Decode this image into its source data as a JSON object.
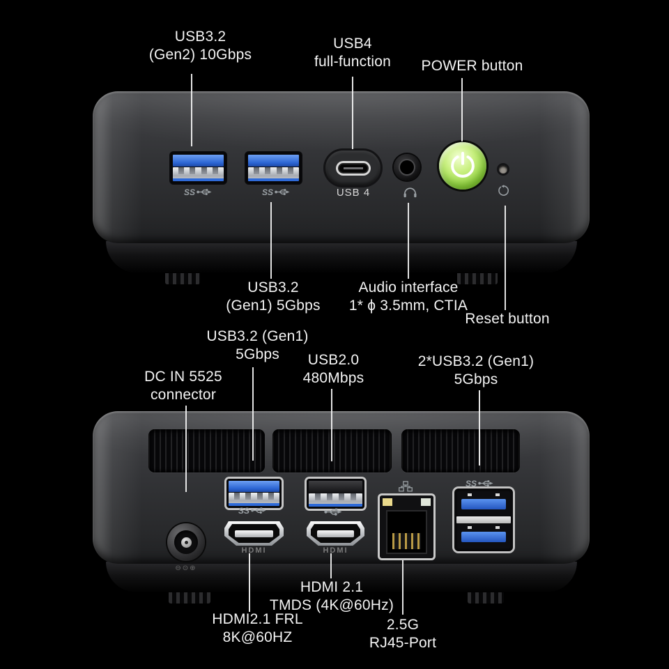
{
  "colors": {
    "background": "#000000",
    "label_text": "#f4f4f4",
    "leader_line": "#f0f0f0",
    "device_body": "#323336",
    "usb_blue": "#3273e0",
    "power_green": "#9edb52",
    "port_frame_silver": "#c9c9c9",
    "rj45_led_yellow": "#ead98c"
  },
  "icons": {
    "superspeed_usb": "SS-trident",
    "usb2_trident": "usb-trident",
    "headphones": "headphones-arc",
    "power": "standby-symbol",
    "reset": "circular-arrow",
    "ethernet": "network-nodes",
    "dc_polarity": "⊖⊙⊕"
  },
  "front": {
    "annotations": {
      "usb32_gen2": {
        "line1": "USB3.2",
        "line2": "(Gen2) 10Gbps"
      },
      "usb4": {
        "line1": "USB4",
        "line2": "full-function"
      },
      "power": {
        "line1": "POWER button"
      },
      "usb32_gen1": {
        "line1": "USB3.2",
        "line2": "(Gen1) 5Gbps"
      },
      "audio": {
        "line1": "Audio interface",
        "line2": "1* ϕ 3.5mm, CTIA"
      },
      "reset": {
        "line1": "Reset button"
      }
    },
    "port_labels": {
      "usb4": "USB 4",
      "ss": "SS"
    }
  },
  "rear": {
    "annotations": {
      "usb32_gen1": {
        "line1": "USB3.2 (Gen1)",
        "line2": "5Gbps"
      },
      "dc_in": {
        "line1": "DC IN 5525",
        "line2": "connector"
      },
      "usb20": {
        "line1": "USB2.0",
        "line2": "480Mbps"
      },
      "usb32_dual": {
        "line1": "2*USB3.2 (Gen1)",
        "line2": "5Gbps"
      },
      "hdmi_tmds": {
        "line1": "HDMI 2.1",
        "line2": "TMDS (4K@60Hz)"
      },
      "hdmi_frl": {
        "line1": "HDMI2.1 FRL",
        "line2": "8K@60HZ"
      },
      "rj45": {
        "line1": "2.5G",
        "line2": "RJ45-Port"
      }
    },
    "port_labels": {
      "hdmi": "HDMI",
      "ss": "SS",
      "polarity": "⊖⊙⊕"
    }
  }
}
